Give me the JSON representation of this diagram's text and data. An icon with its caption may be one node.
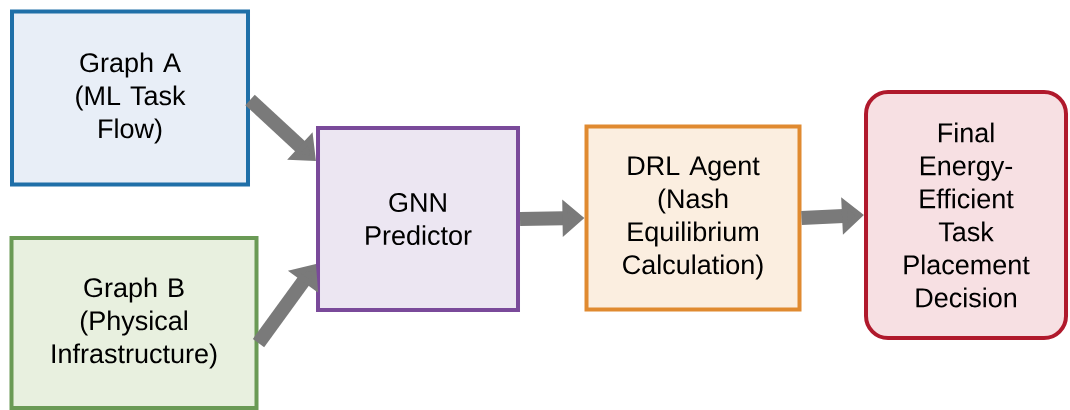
{
  "diagram": {
    "nodes": [
      {
        "text": [
          "Graph A (ML Task Flow)"
        ]
      },
      {
        "text": [
          "Graph B (Physical Infrastructure)"
        ]
      },
      {
        "text": [
          "GNN Predictor"
        ]
      },
      {
        "text": [
          "DRL Agent (Nash Equilibrium Calculation)"
        ]
      },
      {
        "text": [
          "Final Energy- Efficient Task Placement Decision"
        ]
      }
    ],
    "edges": [
      {
        "from": 0,
        "to": 2,
        "arrow": "to"
      },
      {
        "from": 1,
        "to": 2,
        "arrow": "to"
      },
      {
        "from": 2,
        "to": 3,
        "arrow": "to"
      },
      {
        "from": 3,
        "to": 4,
        "arrow": "to"
      }
    ]
  }
}
